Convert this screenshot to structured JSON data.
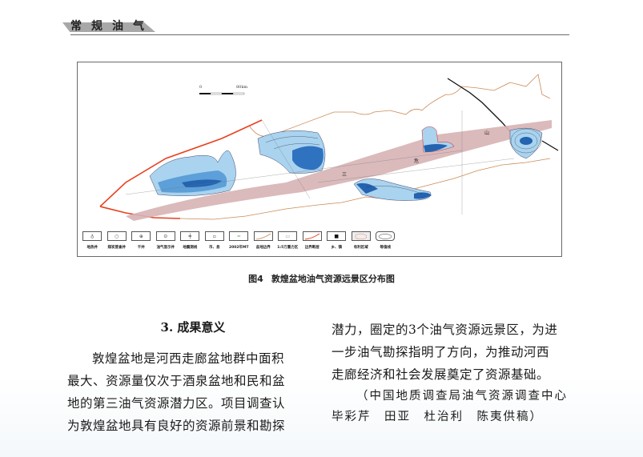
{
  "section": {
    "title": "常规油气"
  },
  "figure": {
    "number": "图4",
    "caption": "敦煌盆地油气资源远景区分布图",
    "scale_bar": {
      "start": "0",
      "end": "80km"
    },
    "map_labels": [
      "三",
      "危",
      "山"
    ],
    "legend": [
      {
        "symbol": "geothermal-well",
        "glyph": "♁",
        "label": "地热井"
      },
      {
        "symbol": "coal-survey-well",
        "glyph": "○",
        "label": "煤炭普查井"
      },
      {
        "symbol": "dry-well",
        "glyph": "⊕",
        "label": "干井"
      },
      {
        "symbol": "oil-gas-show-well",
        "glyph": "⊙",
        "label": "油气显示井"
      },
      {
        "symbol": "seismic-line",
        "glyph": "╪",
        "label": "地震测线"
      },
      {
        "symbol": "city-county",
        "glyph": "▫",
        "label": "市、县"
      },
      {
        "symbol": "mt-2002",
        "glyph": "═",
        "label": "2002年MT"
      },
      {
        "symbol": "basin-boundary",
        "glyph": "",
        "label": "盆地边界"
      },
      {
        "symbol": "gravity-area",
        "glyph": "▭",
        "label": "1:5万重力区"
      },
      {
        "symbol": "boundary-fault",
        "glyph": "",
        "label": "边界断层"
      },
      {
        "symbol": "town",
        "glyph": "■",
        "label": "乡、镇"
      },
      {
        "symbol": "favorable-area",
        "glyph": "",
        "label": "有利区域"
      },
      {
        "symbol": "contour",
        "glyph": "",
        "label": "等值线"
      }
    ],
    "colors": {
      "favorable_light": "#a9d3ef",
      "favorable_mid": "#5d9fd8",
      "favorable_dark": "#2363b0",
      "uplift_band": "#d7b3b5",
      "basin_boundary": "#cc8a55",
      "boundary_fault": "#e8401f"
    }
  },
  "article": {
    "subheading": "3. 成果意义",
    "left_lines": [
      "敦煌盆地是河西走廊盆地群中面积",
      "最大、资源量仅次于酒泉盆地和民和盆",
      "地的第三油气资源潜力区。项目调查认",
      "为敦煌盆地具有良好的资源前景和勘探"
    ],
    "right_lines": [
      "潜力，圈定的3个油气资源远景区，为进",
      "一步油气勘探指明了方向，为推动河西",
      "走廊经济和社会发展奠定了资源基础。"
    ],
    "credit_lines": [
      "（中国地质调查局油气资源调查中心",
      "毕彩芹　田亚　杜治利　陈夷供稿）"
    ]
  }
}
